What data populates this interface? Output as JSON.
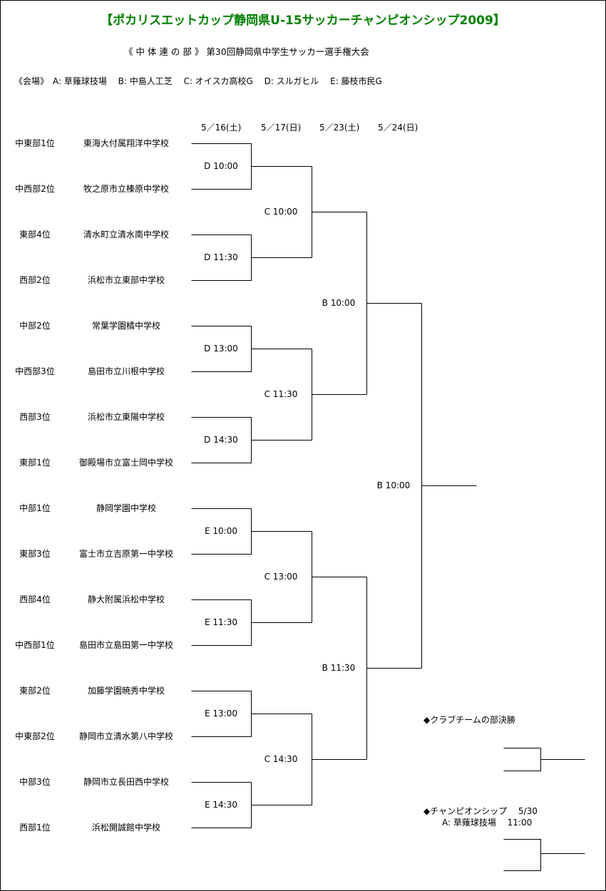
{
  "title": "【ポカリスエットカップ静岡県U-15サッカーチャンピオンシップ2009】",
  "subtitle": "《 中 体 連 の 部 》 第30回静岡県中学生サッカー選手権大会",
  "venues": "《会場》　A: 草薙球技場　 B: 中島人工芝　  C: オイスカ高校G　 D: スルガヒル　 E: 藤枝市民G",
  "dates": [
    "5／16(土)",
    "5／17(日)",
    "5／23(土)",
    "5／24(日)"
  ],
  "teams": [
    {
      "rank": "中東部1位",
      "name": "東海大付属翔洋中学校"
    },
    {
      "rank": "中西部2位",
      "name": "牧之原市立榛原中学校"
    },
    {
      "rank": "東部4位",
      "name": "清水町立清水南中学校"
    },
    {
      "rank": "西部2位",
      "name": "浜松市立東部中学校"
    },
    {
      "rank": "中部2位",
      "name": "常葉学園橘中学校"
    },
    {
      "rank": "中西部3位",
      "name": "島田市立川根中学校"
    },
    {
      "rank": "西部3位",
      "name": "浜松市立東陽中学校"
    },
    {
      "rank": "東部1位",
      "name": "御殿場市立富士岡中学校"
    },
    {
      "rank": "中部1位",
      "name": "静岡学園中学校"
    },
    {
      "rank": "東部3位",
      "name": "富士市立吉原第一中学校"
    },
    {
      "rank": "西部4位",
      "name": "静大附属浜松中学校"
    },
    {
      "rank": "中西部1位",
      "name": "島田市立島田第一中学校"
    },
    {
      "rank": "東部2位",
      "name": "加藤学園暁秀中学校"
    },
    {
      "rank": "中東部2位",
      "name": "静岡市立清水第八中学校"
    },
    {
      "rank": "中部3位",
      "name": "静岡市立長田西中学校"
    },
    {
      "rank": "西部1位",
      "name": "浜松開誠館中学校"
    }
  ],
  "round1": [
    "D 10:00",
    "D 11:30",
    "D 13:00",
    "D 14:30",
    "E 10:00",
    "E 11:30",
    "E 13:00",
    "E 14:30"
  ],
  "round2": [
    "C 10:00",
    "C 11:30",
    "C 13:00",
    "C 14:30"
  ],
  "semis": [
    "B 10:00",
    "B 11:30"
  ],
  "final": "B 10:00",
  "club_final": "◆クラブチームの部決勝",
  "championship_line1": "◆チャンピオンシップ　 5/30",
  "championship_line2": "A: 草薙球技場　 11:00"
}
